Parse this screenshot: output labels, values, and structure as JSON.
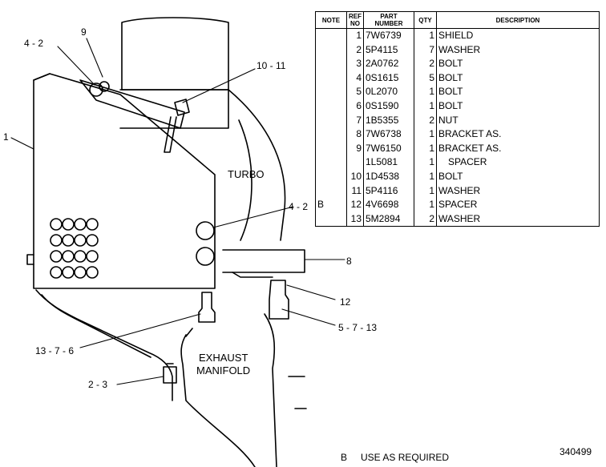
{
  "table": {
    "headers": {
      "note": "NOTE",
      "ref_no": "REF NO",
      "part_number": "PART NUMBER",
      "qty": "QTY",
      "description": "DESCRIPTION"
    },
    "rows": [
      {
        "note": "",
        "ref": "1",
        "part": "7W6739",
        "qty": "1",
        "desc": "SHIELD"
      },
      {
        "note": "",
        "ref": "2",
        "part": "5P4115",
        "qty": "7",
        "desc": "WASHER"
      },
      {
        "note": "",
        "ref": "3",
        "part": "2A0762",
        "qty": "2",
        "desc": "BOLT"
      },
      {
        "note": "",
        "ref": "4",
        "part": "0S1615",
        "qty": "5",
        "desc": "BOLT"
      },
      {
        "note": "",
        "ref": "5",
        "part": "0L2070",
        "qty": "1",
        "desc": "BOLT"
      },
      {
        "note": "",
        "ref": "6",
        "part": "0S1590",
        "qty": "1",
        "desc": "BOLT"
      },
      {
        "note": "",
        "ref": "7",
        "part": "1B5355",
        "qty": "2",
        "desc": "NUT"
      },
      {
        "note": "",
        "ref": "8",
        "part": "7W6738",
        "qty": "1",
        "desc": "BRACKET AS."
      },
      {
        "note": "",
        "ref": "9",
        "part": "7W6150",
        "qty": "1",
        "desc": "BRACKET AS."
      },
      {
        "note": "",
        "ref": "",
        "part": "1L5081",
        "qty": "1",
        "desc": "SPACER"
      },
      {
        "note": "",
        "ref": "10",
        "part": "1D4538",
        "qty": "1",
        "desc": "BOLT"
      },
      {
        "note": "",
        "ref": "11",
        "part": "5P4116",
        "qty": "1",
        "desc": "WASHER"
      },
      {
        "note": "B",
        "ref": "12",
        "part": "4V6698",
        "qty": "1",
        "desc": "SPACER"
      },
      {
        "note": "",
        "ref": "13",
        "part": "5M2894",
        "qty": "2",
        "desc": "WASHER"
      }
    ]
  },
  "callouts": {
    "c4_2_top": "4 - 2",
    "c9": "9",
    "c10_11": "10 - 11",
    "c1": "1",
    "c4_2_mid": "4 - 2",
    "c8": "8",
    "c12": "12",
    "c5_7_13": "5 - 7 - 13",
    "c13_7_6": "13 - 7 - 6",
    "c2_3": "2 - 3"
  },
  "labels": {
    "turbo": "TURBO",
    "exhaust_line1": "EXHAUST",
    "exhaust_line2": "MANIFOLD"
  },
  "footer": {
    "note_letter": "B",
    "note_text": "USE AS REQUIRED",
    "drawing_number": "340499"
  }
}
